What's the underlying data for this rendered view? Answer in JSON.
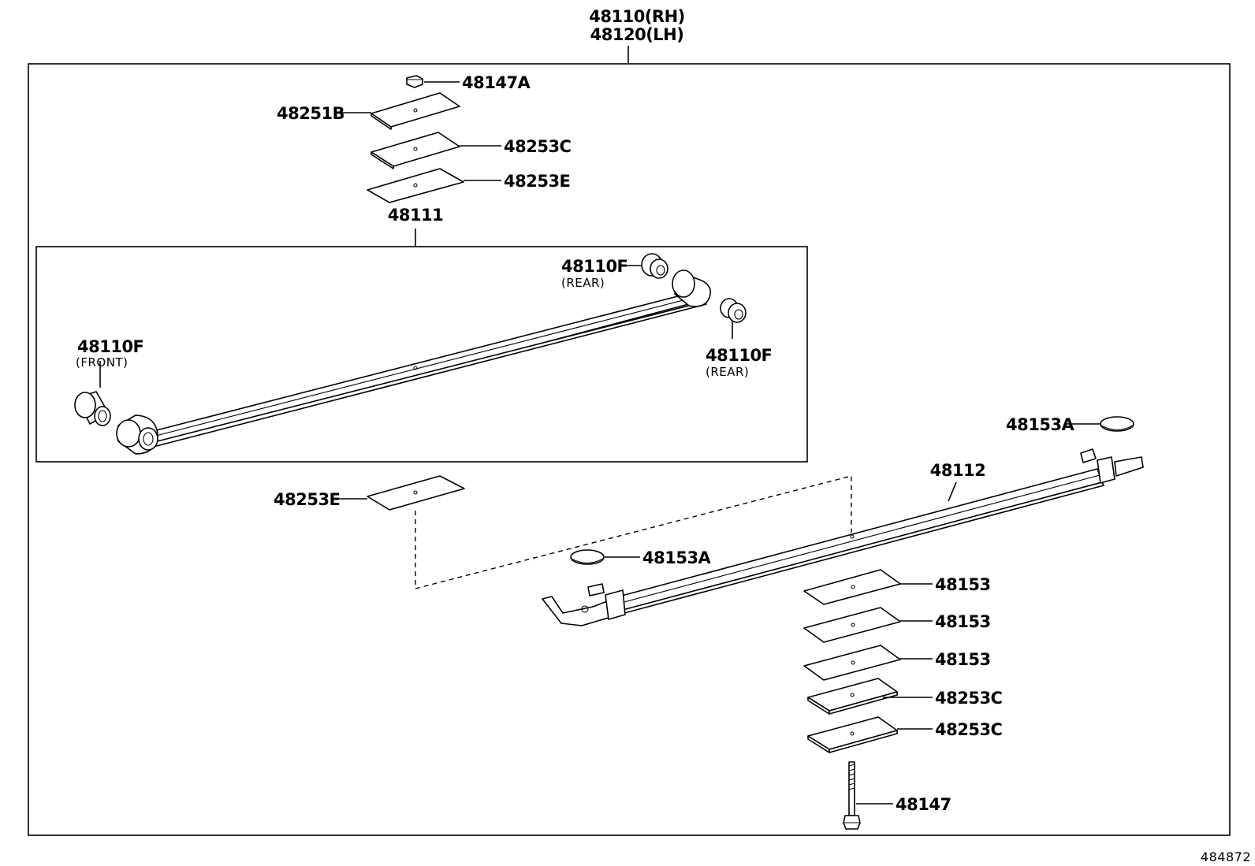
{
  "assembly": {
    "code_rh": "48110(RH)",
    "code_lh": "48120(LH)"
  },
  "subassembly": {
    "code": "48111"
  },
  "parts": {
    "nut_top": "48147A",
    "plate_48251b": "48251B",
    "plate_48253c_top": "48253C",
    "plate_48253e_top": "48253E",
    "bushing_rear_upper": "48110F",
    "bushing_rear_upper_note": "(REAR)",
    "bushing_front": "48110F",
    "bushing_front_note": "(FRONT)",
    "bushing_rear_lower": "48110F",
    "bushing_rear_lower_note": "(REAR)",
    "plate_48253e_mid": "48253E",
    "pad_48153a_right": "48153A",
    "leaf_48112": "48112",
    "pad_48153a_left": "48153A",
    "plate_48153_1": "48153",
    "plate_48153_2": "48153",
    "plate_48153_3": "48153",
    "plate_48253c_1": "48253C",
    "plate_48253c_2": "48253C",
    "bolt_48147": "48147"
  },
  "diagram_id": "484872"
}
